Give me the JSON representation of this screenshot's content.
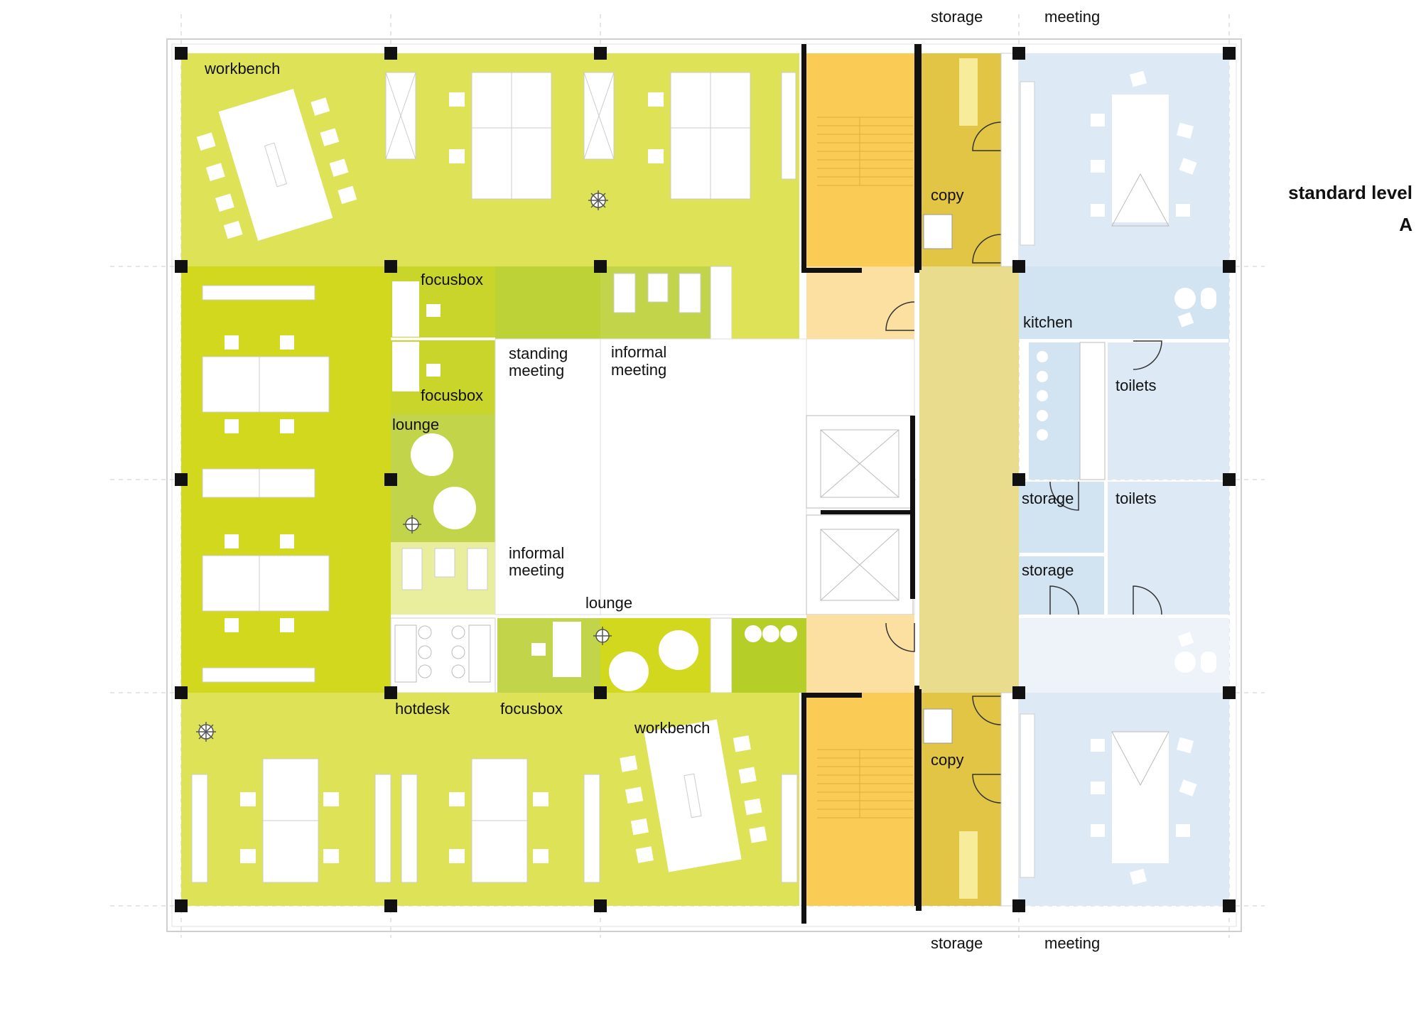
{
  "title": {
    "line1": "standard level",
    "line2": "A"
  },
  "labels": {
    "storage_top": "storage",
    "meeting_top": "meeting",
    "workbench_top": "workbench",
    "copy_top": "copy",
    "focusbox_1": "focusbox",
    "focusbox_2": "focusbox",
    "kitchen": "kitchen",
    "standing_meeting_1": "standing",
    "standing_meeting_2": "meeting",
    "informal_meeting_top_1": "informal",
    "informal_meeting_top_2": "meeting",
    "toilets_1": "toilets",
    "lounge_left": "lounge",
    "storage_mid_1": "storage",
    "toilets_2": "toilets",
    "informal_meeting_bottom_1": "informal",
    "informal_meeting_bottom_2": "meeting",
    "storage_mid_2": "storage",
    "lounge_bottom": "lounge",
    "hotdesk": "hotdesk",
    "focusbox_3": "focusbox",
    "workbench_bottom": "workbench",
    "copy_bottom": "copy",
    "storage_bottom": "storage",
    "meeting_bottom": "meeting"
  },
  "colors": {
    "workspace_green": "#dde257",
    "hotdesk_green": "#d1d81d",
    "focusbox_green": "#c9d52a",
    "standing_green": "#bcd236",
    "lounge_green": "#c2d54a",
    "informal_light": "#e9ee9e",
    "stair_orange": "#fbcc55",
    "lobby_peach": "#fbe0a2",
    "corridor_khaki": "#e9dc8d",
    "copy_mustard": "#e2c545",
    "meeting_blue": "#ddeaf6",
    "service_blue": "#d2e3f2",
    "column_black": "#111111"
  }
}
